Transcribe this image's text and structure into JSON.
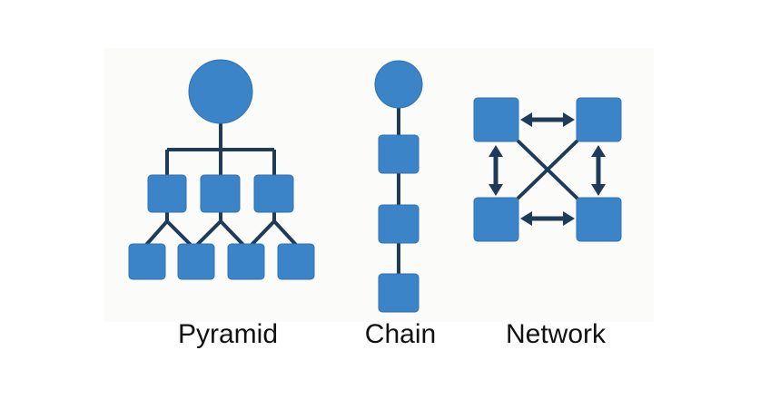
{
  "colors": {
    "node_fill": "#3b84c8",
    "edge": "#1f3b5a",
    "panel": "#fbfbfa",
    "label": "#111111"
  },
  "diagrams": [
    {
      "id": "pyramid",
      "label": "Pyramid",
      "levels": [
        {
          "shape": "circle",
          "count": 1
        },
        {
          "shape": "rounded-square",
          "count": 3
        },
        {
          "shape": "rounded-square",
          "count": 4
        }
      ],
      "connections": "tree"
    },
    {
      "id": "chain",
      "label": "Chain",
      "levels": [
        {
          "shape": "circle",
          "count": 1
        },
        {
          "shape": "rounded-square",
          "count": 3
        }
      ],
      "connections": "linear"
    },
    {
      "id": "network",
      "label": "Network",
      "nodes": 4,
      "shape": "rounded-square",
      "connections": "bidirectional arrows on sides, crossing diagonals"
    }
  ]
}
